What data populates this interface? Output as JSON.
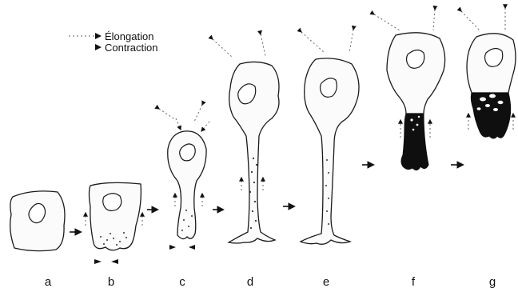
{
  "legend": {
    "elongation": "Élongation",
    "contraction": "Contraction"
  },
  "stages": [
    "a",
    "b",
    "c",
    "d",
    "e",
    "f",
    "g"
  ]
}
